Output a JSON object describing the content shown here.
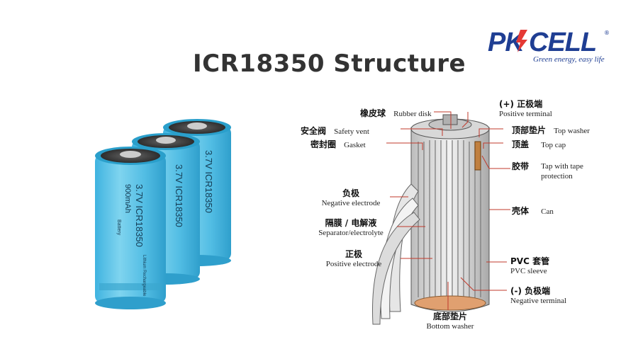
{
  "header": {
    "title": "ICR18350 Structure"
  },
  "logo": {
    "brand": "PKCELL",
    "reg_mark": "®",
    "slogan": "Green energy, easy life"
  },
  "battery": {
    "voltage_model": "3.7V ICR18350",
    "capacity": "900mAh",
    "subtitle": "Battery",
    "fine_print": "Lithium Rechargeable"
  },
  "labels": {
    "rubber_disk": {
      "cn": "橡皮球",
      "en": "Rubber disk"
    },
    "safety_vent": {
      "cn": "安全阀",
      "en": "Safety vent"
    },
    "gasket": {
      "cn": "密封圈",
      "en": "Gasket"
    },
    "negative_electrode": {
      "cn": "负极",
      "en": "Negative electrode"
    },
    "separator": {
      "cn": "隔膜 / 电解液",
      "en": "Separator/electrolyte"
    },
    "positive_electrode": {
      "cn": "正极",
      "en": "Positive electrode"
    },
    "bottom_washer": {
      "cn": "底部垫片",
      "en": "Bottom washer"
    },
    "positive_terminal": {
      "cn": "(+) 正极端",
      "en": "Positive terminal"
    },
    "top_washer": {
      "cn": "顶部垫片",
      "en": "Top washer"
    },
    "top_cap": {
      "cn": "顶盖",
      "en": "Top cap"
    },
    "tape": {
      "cn": "胶带",
      "en": "Tap with tape",
      "en2": "protection"
    },
    "can": {
      "cn": "壳体",
      "en": "Can"
    },
    "pvc_sleeve": {
      "cn": "PVC 套管",
      "en": "PVC sleeve"
    },
    "negative_terminal": {
      "cn": "(-) 负极端",
      "en": "Negative terminal"
    }
  },
  "colors": {
    "battery_blue": "#5cc3e6",
    "battery_dark": "#2a9fcb",
    "leader_red": "#c0392b",
    "logo_blue": "#1f3e93",
    "logo_red": "#e53935"
  }
}
